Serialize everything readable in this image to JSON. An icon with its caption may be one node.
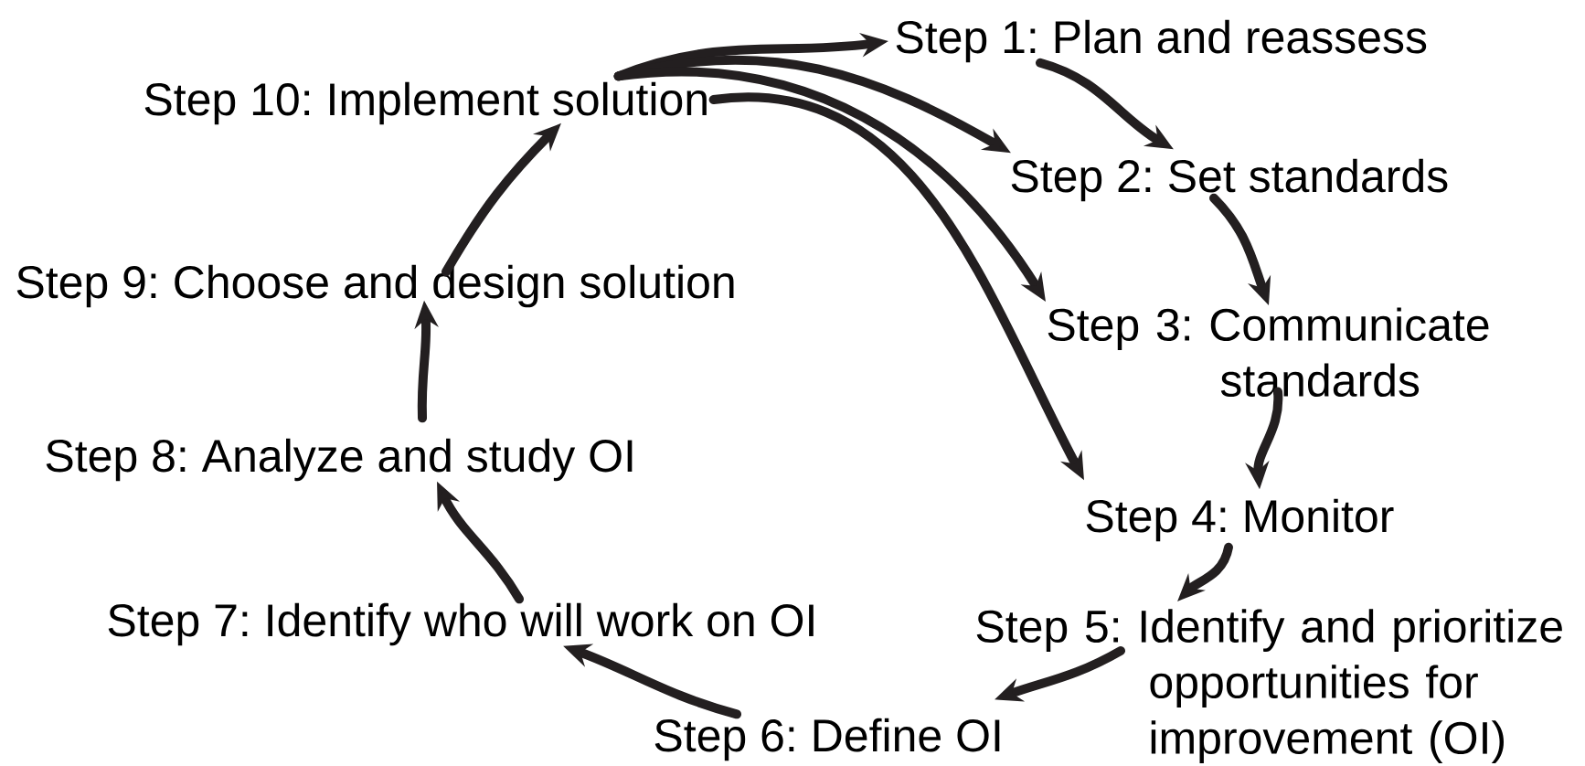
{
  "diagram": {
    "nodes": [
      {
        "text": [
          "Step 1: Plan and reassess"
        ]
      },
      {
        "text": [
          "Step 2: Set standards"
        ]
      },
      {
        "text": [
          "Step 3: Communicate standards"
        ]
      },
      {
        "text": [
          "Step 4: Monitor"
        ]
      },
      {
        "text": [
          "Step 5: Identify and prioritize opportunities for improvement (OI)"
        ]
      },
      {
        "text": [
          "Step 6: Define OI"
        ]
      },
      {
        "text": [
          "Step 7: Identify who will work on OI"
        ]
      },
      {
        "text": [
          "Step 8: Analyze and study OI"
        ]
      },
      {
        "text": [
          "Step 9: Choose and design solution"
        ]
      },
      {
        "text": [
          "Step 10: Implement solution"
        ]
      }
    ],
    "edges": [
      {
        "from": 9,
        "to": 0,
        "arrow": "to"
      },
      {
        "from": 0,
        "to": 1,
        "arrow": "to"
      },
      {
        "from": 1,
        "to": 2,
        "arrow": "to"
      },
      {
        "from": 2,
        "to": 3,
        "arrow": "to"
      },
      {
        "from": 3,
        "to": 4,
        "arrow": "to"
      },
      {
        "from": 4,
        "to": 5,
        "arrow": "to"
      },
      {
        "from": 5,
        "to": 6,
        "arrow": "to"
      },
      {
        "from": 6,
        "to": 7,
        "arrow": "to"
      },
      {
        "from": 7,
        "to": 8,
        "arrow": "to"
      },
      {
        "from": 8,
        "to": 9,
        "arrow": "to"
      },
      {
        "from": 9,
        "to": 1,
        "arrow": "to"
      },
      {
        "from": 9,
        "to": 2,
        "arrow": "to"
      },
      {
        "from": 9,
        "to": 3,
        "arrow": "to"
      }
    ]
  }
}
